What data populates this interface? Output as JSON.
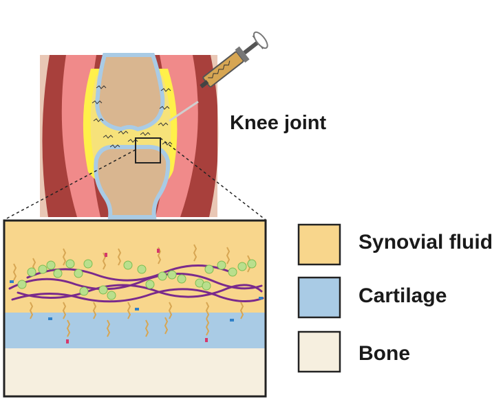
{
  "title": "Knee joint",
  "legend": [
    {
      "label": "Synovial fluid",
      "color": "#f8d68c"
    },
    {
      "label": "Cartilage",
      "color": "#a9cbe5"
    },
    {
      "label": "Bone",
      "color": "#f6efdf"
    }
  ],
  "colors": {
    "muscle_dark": "#a8403c",
    "muscle_pink": "#f08a8a",
    "bone_tan": "#d9b690",
    "synovial_yellow": "#fff04a",
    "synovial_fill": "#f6e27a",
    "cartilage_blue": "#a9cbe5",
    "polymer_purple": "#7a2a8c",
    "bead_green": "#b9df8d",
    "chain_tan": "#d7a653"
  },
  "icons": [
    "syringe-icon"
  ]
}
